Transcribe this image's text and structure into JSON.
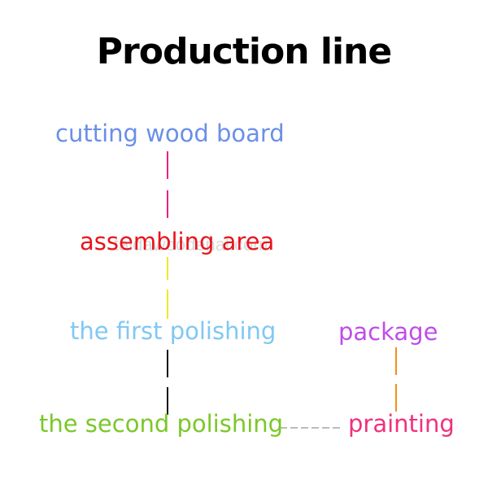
{
  "title": "Production line",
  "steps": {
    "cutting": "cutting wood board",
    "assembling": "assembling area",
    "first_polishing": "the first polishing",
    "second_polishing": "the second polishing",
    "painting": "prainting",
    "package": "package"
  },
  "watermark": "taidawoodenal.com",
  "colors": {
    "cutting": "#6b8fe8",
    "assembling": "#e8141c",
    "first_polishing": "#80c8f4",
    "second_polishing": "#7ac828",
    "painting": "#f0307c",
    "package": "#c04ce8",
    "connector_1": "#e8208c",
    "connector_2": "#eaea2a",
    "connector_3": "#111111",
    "connector_4": "#bbbbbb",
    "connector_5": "#f0901c"
  }
}
